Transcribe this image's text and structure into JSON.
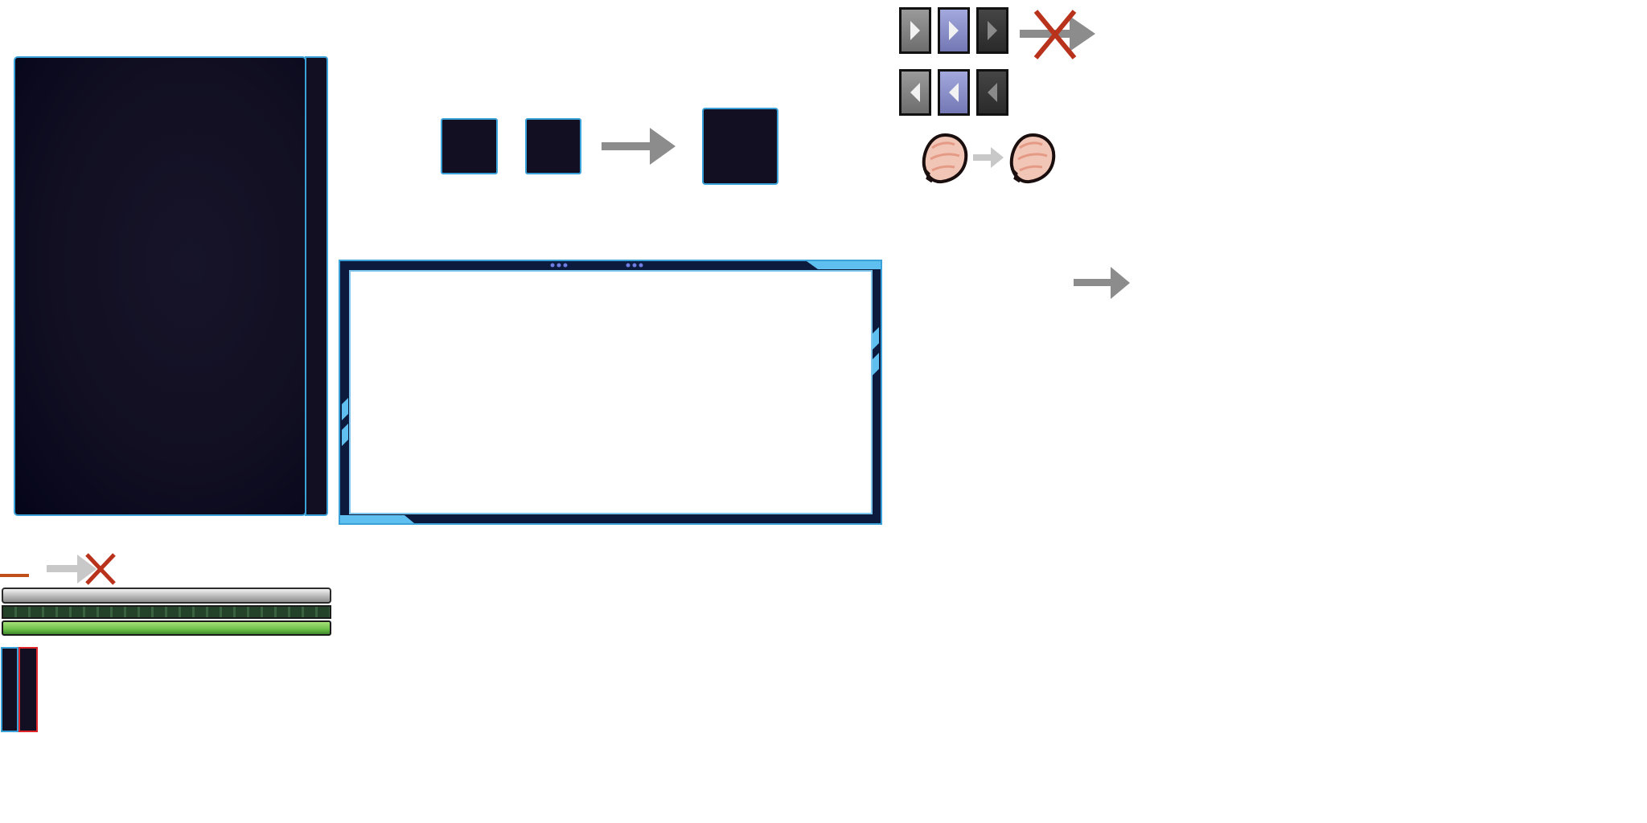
{
  "sheet": {
    "name": "ui-sprite-sheet"
  },
  "colors": {
    "panel_fill": "#120f22",
    "panel_border": "#3aa2d8",
    "frame_dark": "#0c1a3e",
    "arrow_gray": "#8c8c8c",
    "arrow_light": "#c8c8c8",
    "cross_red": "#b8321c",
    "bar_green": "#6cc04a",
    "bar_silver": "#b9b9b9",
    "slot_red_border": "#e0262b",
    "button_blue": "#8a8fcf"
  },
  "icons": {
    "big_arrow": "arrow-right-icon",
    "cross": "cross-icon",
    "egg": "egg-icon",
    "play_right": "triangle-right-icon",
    "play_left": "triangle-left-icon"
  },
  "page_buttons": {
    "next_row": [
      "normal",
      "hover",
      "disabled"
    ],
    "prev_row": [
      "normal",
      "hover",
      "disabled"
    ]
  },
  "progress": {
    "green_bar_fill": 1.0
  }
}
